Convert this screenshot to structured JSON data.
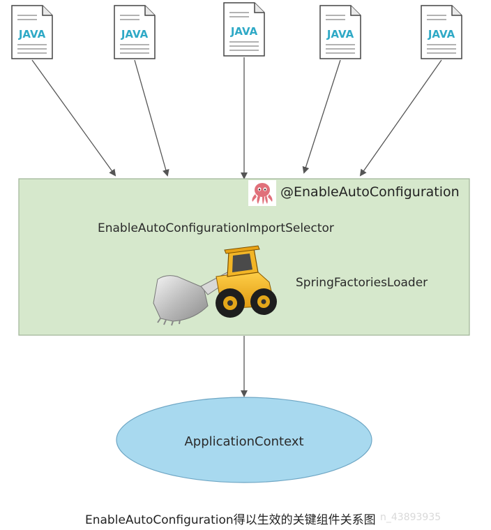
{
  "java_files": [
    {
      "label": "JAVA"
    },
    {
      "label": "JAVA"
    },
    {
      "label": "JAVA"
    },
    {
      "label": "JAVA"
    },
    {
      "label": "JAVA"
    }
  ],
  "auto_config_box": {
    "annotation_label": "@EnableAutoConfiguration",
    "selector_label": "EnableAutoConfigurationImportSelector",
    "loader_label": "SpringFactoriesLoader",
    "annotation_icon": "octopus-icon",
    "loader_icon": "wheel-loader-icon"
  },
  "context_node": {
    "label": "ApplicationContext"
  },
  "caption": "EnableAutoConfiguration得以生效的关键组件关系图",
  "watermark": "n_43893935",
  "colors": {
    "box_fill": "#d6e8cc",
    "box_stroke": "#9fb496",
    "ellipse_fill": "#a8d9ef",
    "ellipse_stroke": "#6ea6c4",
    "arrow": "#555555",
    "java_text": "#2fa9c6",
    "loader_body": "#f0b022"
  }
}
